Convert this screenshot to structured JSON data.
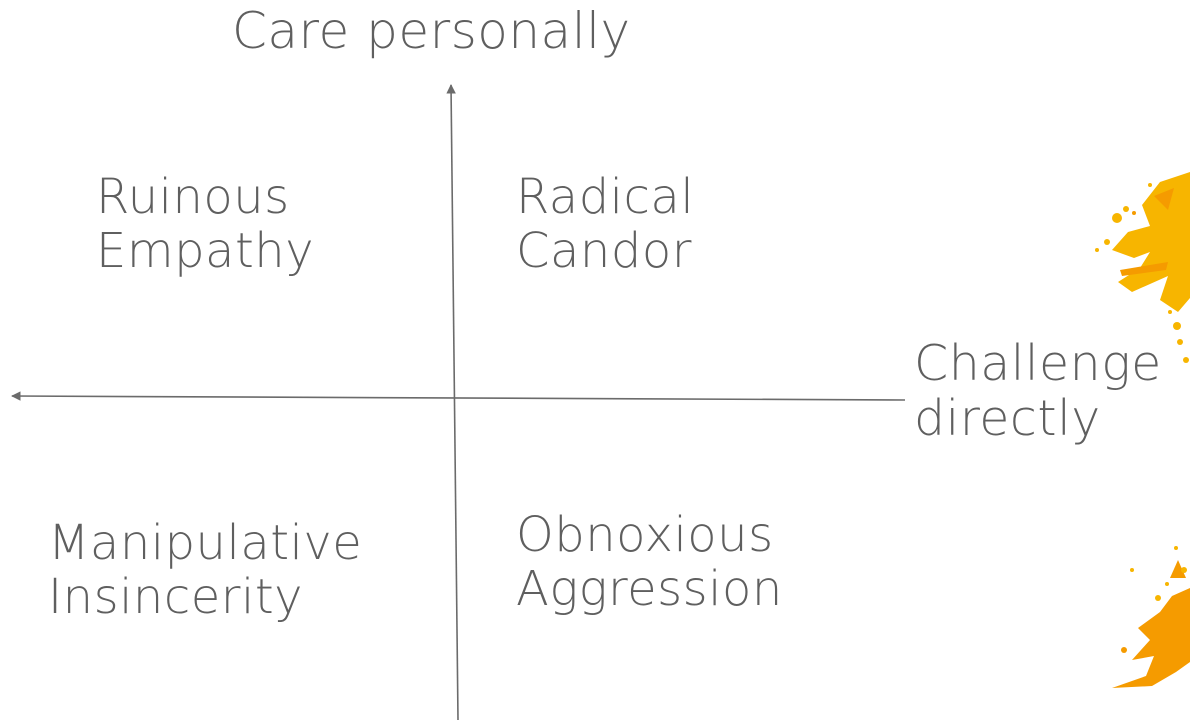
{
  "axes": {
    "vertical_label": "Care personally",
    "horizontal_label_line1": "Challenge",
    "horizontal_label_line2": "directly",
    "line_color": "#6b6b6b"
  },
  "quadrants": {
    "top_left": {
      "line1": "Ruinous",
      "line2": "Empathy"
    },
    "top_right": {
      "line1": "Radical",
      "line2": "Candor"
    },
    "bottom_left": {
      "line1": "Manipulative",
      "line2": "Insincerity"
    },
    "bottom_right": {
      "line1": "Obnoxious",
      "line2": "Aggression"
    }
  },
  "decoration": {
    "splatter_color": "#f7b500",
    "splatter_color_dark": "#f59b00",
    "text_color": "#5f5f5f"
  }
}
